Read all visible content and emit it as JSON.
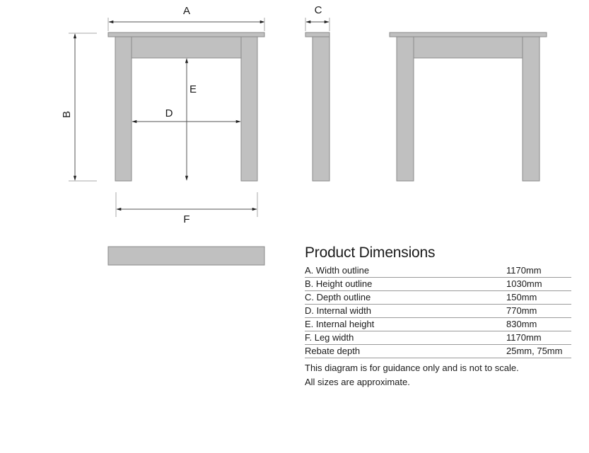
{
  "diagram": {
    "labels": {
      "A": "A",
      "B": "B",
      "C": "C",
      "D": "D",
      "E": "E",
      "F": "F"
    },
    "views": [
      "front-view-dimensioned",
      "side-view",
      "front-view-plain",
      "hearth-slab"
    ],
    "colors": {
      "fill": "#c0c0c0",
      "stroke": "#8a8a8a",
      "dimension_line": "#555555"
    }
  },
  "dimensions_table": {
    "title": "Product Dimensions",
    "rows": [
      {
        "label": "A. Width outline",
        "value": "1170mm"
      },
      {
        "label": "B. Height outline",
        "value": "1030mm"
      },
      {
        "label": "C. Depth outline",
        "value": "150mm"
      },
      {
        "label": "D. Internal width",
        "value": "770mm"
      },
      {
        "label": "E. Internal height",
        "value": "830mm"
      },
      {
        "label": "F. Leg width",
        "value": "1170mm"
      },
      {
        "label": "Rebate depth",
        "value": "25mm, 75mm"
      }
    ],
    "notes": [
      "This diagram is for guidance only and is not to scale.",
      "All sizes are approximate."
    ]
  }
}
